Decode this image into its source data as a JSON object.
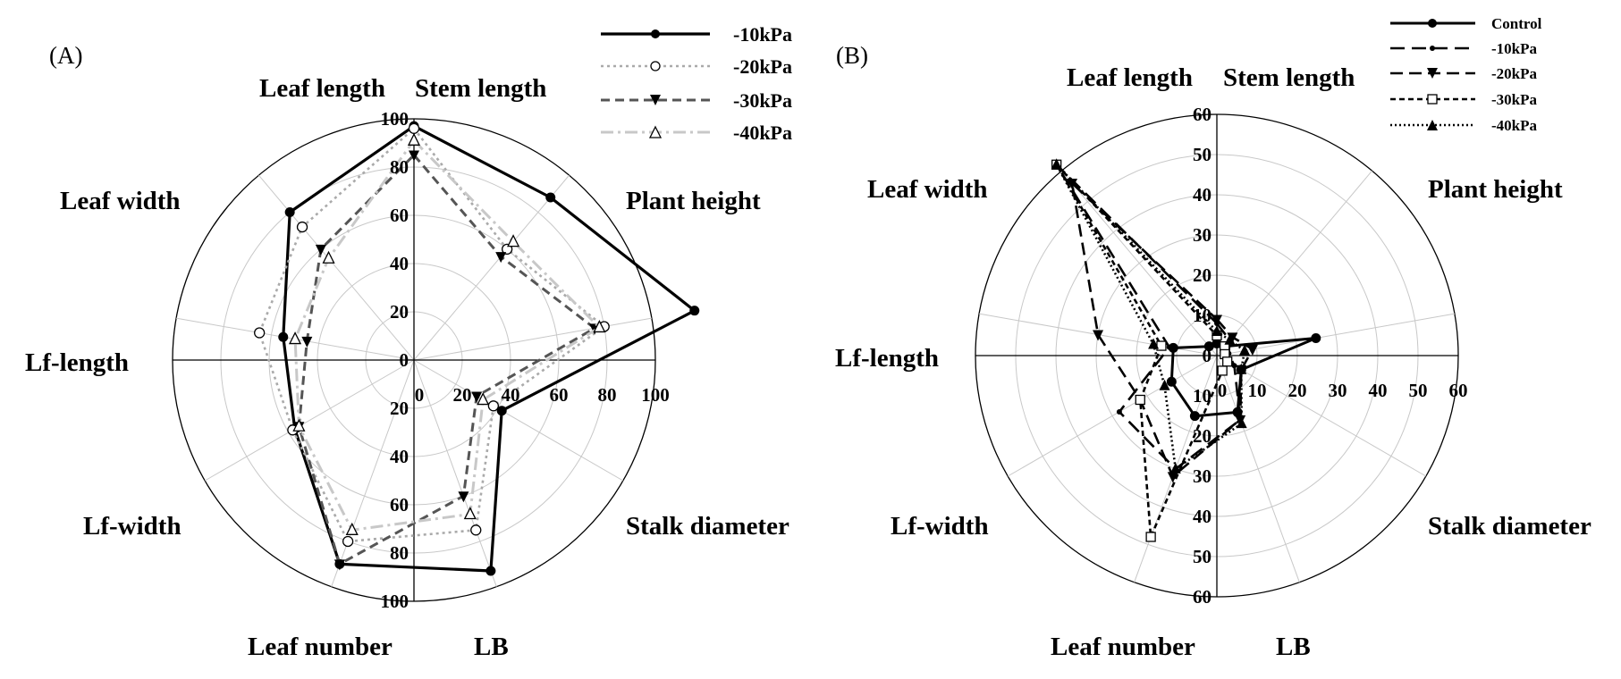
{
  "chart_data": [
    {
      "type": "radar",
      "panel_label": "(A)",
      "axes": [
        "Leaf length",
        "Stem length",
        "Plant height",
        "Stalk diameter",
        "LB",
        "Leaf number",
        "Lf-width",
        "Lf-length",
        "Leaf width"
      ],
      "radial_range": [
        0,
        100
      ],
      "radial_ticks": [
        "0",
        "20",
        "40",
        "60",
        "80",
        "100"
      ],
      "grid": true,
      "legend_position": "top-right",
      "series": [
        {
          "name": "-10kPa",
          "values": [
            97,
            88,
            118,
            42,
            93,
            90,
            57,
            55,
            80
          ],
          "color": "#000000",
          "dash": "",
          "marker": "circle-filled",
          "width": 3.2
        },
        {
          "name": "-20kPa",
          "values": [
            96,
            60,
            80,
            38,
            75,
            80,
            58,
            65,
            72
          ],
          "color": "#aaaaaa",
          "dash": "3 4",
          "marker": "circle-open",
          "width": 2.6
        },
        {
          "name": "-30kPa",
          "values": [
            85,
            56,
            76,
            30,
            60,
            90,
            55,
            45,
            60
          ],
          "color": "#555555",
          "dash": "10 6",
          "marker": "triangle-down",
          "width": 3
        },
        {
          "name": "-40kPa",
          "values": [
            91,
            64,
            78,
            33,
            68,
            75,
            55,
            50,
            55
          ],
          "color": "#c8c8c8",
          "dash": "14 5 3 5",
          "marker": "triangle-open",
          "width": 3
        }
      ]
    },
    {
      "type": "radar",
      "panel_label": "(B)",
      "axes": [
        "Leaf length",
        "Stem length",
        "Plant height",
        "Stalk diameter",
        "LB",
        "Leaf number",
        "Lf-width",
        "Lf-length",
        "Leaf width"
      ],
      "radial_range": [
        0,
        60
      ],
      "radial_ticks": [
        "0",
        "10",
        "20",
        "30",
        "40",
        "50",
        "60"
      ],
      "grid": true,
      "legend_position": "top-right",
      "series": [
        {
          "name": "Control",
          "values": [
            3,
            3,
            25,
            7,
            15,
            16,
            13,
            11,
            3
          ],
          "color": "#000000",
          "dash": "",
          "marker": "circle-filled",
          "width": 3
        },
        {
          "name": "-10kPa",
          "values": [
            8,
            5,
            3,
            5,
            17,
            30,
            28,
            12,
            62
          ],
          "color": "#000000",
          "dash": "16 8",
          "marker": "dot",
          "width": 2.6
        },
        {
          "name": "-20kPa",
          "values": [
            9,
            6,
            9,
            7,
            17,
            32,
            22,
            30,
            56
          ],
          "color": "#000000",
          "dash": "14 7",
          "marker": "triangle-down",
          "width": 2.6
        },
        {
          "name": "-30kPa",
          "values": [
            5,
            3,
            2,
            3,
            4,
            48,
            22,
            14,
            62
          ],
          "color": "#000000",
          "dash": "6 4",
          "marker": "square-open",
          "width": 2.6
        },
        {
          "name": "-40kPa",
          "values": [
            6,
            5,
            7,
            7,
            18,
            30,
            15,
            16,
            62
          ],
          "color": "#000000",
          "dash": "2 3",
          "marker": "triangle-up",
          "width": 2.6
        }
      ]
    }
  ]
}
